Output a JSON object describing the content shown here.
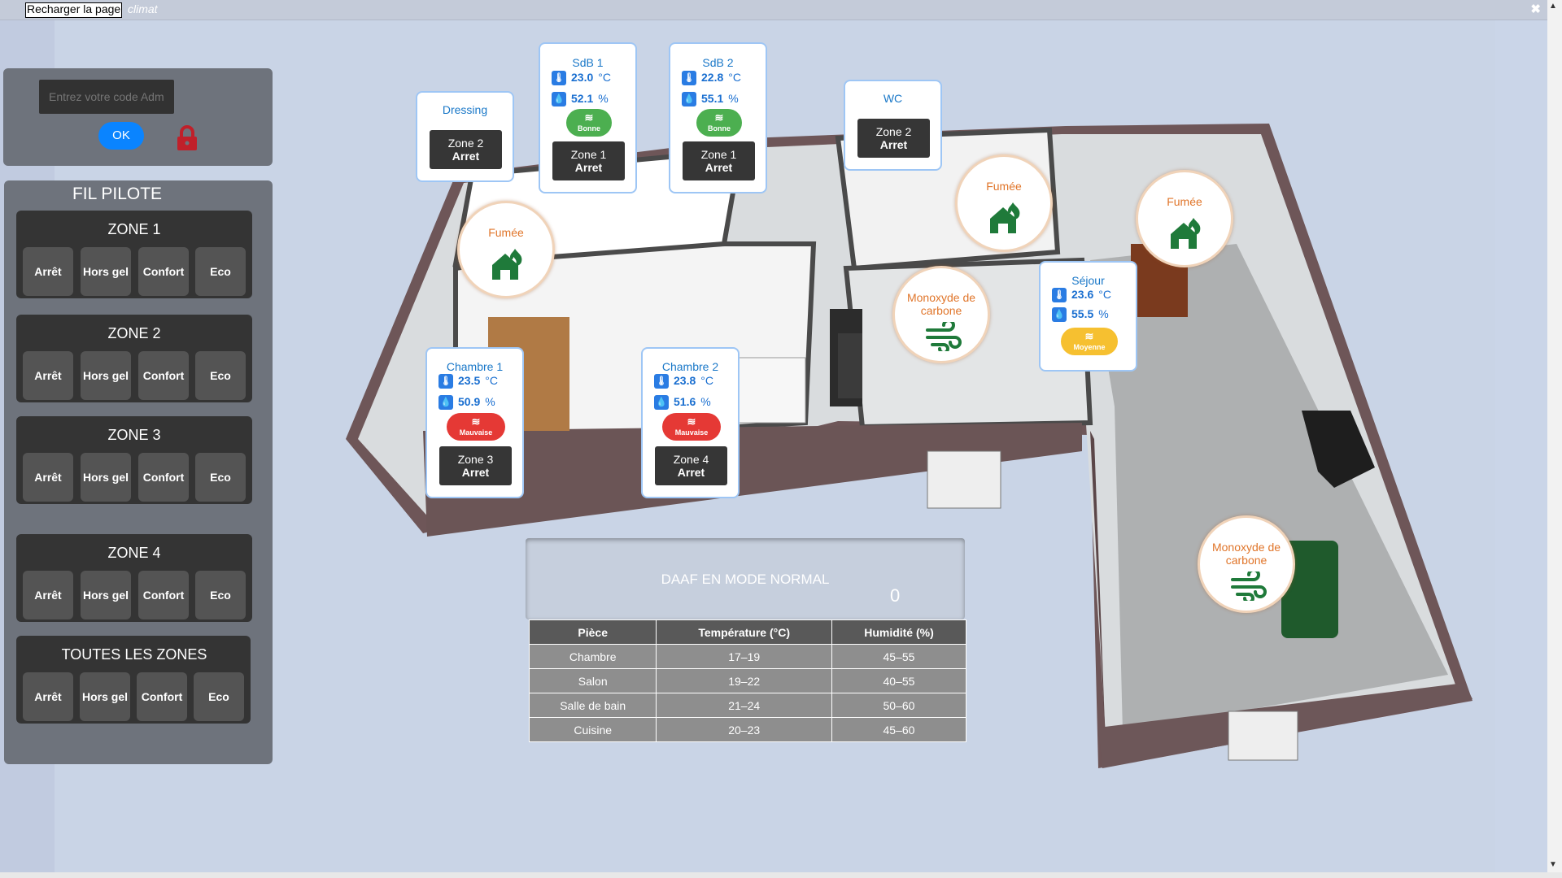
{
  "topbar": {
    "reload_label": "Recharger la page",
    "app_name": "climat",
    "close_icon": "close-icon"
  },
  "admin": {
    "placeholder": "Entrez votre code Admin",
    "ok_label": "OK",
    "lock_icon": "lock-icon",
    "lock_color": "#c0202a"
  },
  "pilot": {
    "title": "FIL PILOTE",
    "zones": [
      {
        "name": "ZONE 1",
        "buttons": [
          "Arrêt",
          "Hors gel",
          "Confort",
          "Eco"
        ]
      },
      {
        "name": "ZONE 2",
        "buttons": [
          "Arrêt",
          "Hors gel",
          "Confort",
          "Eco"
        ]
      },
      {
        "name": "ZONE 3",
        "buttons": [
          "Arrêt",
          "Hors gel",
          "Confort",
          "Eco"
        ]
      },
      {
        "name": "ZONE 4",
        "buttons": [
          "Arrêt",
          "Hors gel",
          "Confort",
          "Eco"
        ]
      },
      {
        "name": "TOUTES LES ZONES",
        "buttons": [
          "Arrêt",
          "Hors gel",
          "Confort",
          "Eco"
        ]
      }
    ]
  },
  "rooms": {
    "dressing": {
      "title": "Dressing",
      "zone": "Zone 2",
      "state": "Arret"
    },
    "sdb1": {
      "title": "SdB 1",
      "temp": "23.0",
      "temp_unit": "°C",
      "hum": "52.1",
      "hum_unit": "%",
      "air": "Bonne",
      "zone": "Zone 1",
      "state": "Arret"
    },
    "sdb2": {
      "title": "SdB 2",
      "temp": "22.8",
      "temp_unit": "°C",
      "hum": "55.1",
      "hum_unit": "%",
      "air": "Bonne",
      "zone": "Zone 1",
      "state": "Arret"
    },
    "wc": {
      "title": "WC",
      "zone": "Zone 2",
      "state": "Arret"
    },
    "chambre1": {
      "title": "Chambre 1",
      "temp": "23.5",
      "temp_unit": "°C",
      "hum": "50.9",
      "hum_unit": "%",
      "air": "Mauvaise",
      "zone": "Zone 3",
      "state": "Arret"
    },
    "chambre2": {
      "title": "Chambre 2",
      "temp": "23.8",
      "temp_unit": "°C",
      "hum": "51.6",
      "hum_unit": "%",
      "air": "Mauvaise",
      "zone": "Zone 4",
      "state": "Arret"
    },
    "sejour": {
      "title": "Séjour",
      "temp": "23.6",
      "temp_unit": "°C",
      "hum": "55.5",
      "hum_unit": "%",
      "air": "Moyenne"
    }
  },
  "air_colors": {
    "Bonne": "#4caf50",
    "Mauvaise": "#e53935",
    "Moyenne": "#f6c030"
  },
  "detectors": {
    "smoke_label": "Fumée",
    "co_label": "Monoxyde de carbone",
    "smoke_icon": "house-fire-icon",
    "co_icon": "wind-icon",
    "icon_color": "#1f7a3a"
  },
  "daaf": {
    "status": "DAAF EN MODE NORMAL",
    "count": "0"
  },
  "reference_table": {
    "headers": [
      "Pièce",
      "Température (°C)",
      "Humidité (%)"
    ],
    "rows": [
      [
        "Chambre",
        "17–19",
        "45–55"
      ],
      [
        "Salon",
        "19–22",
        "40–55"
      ],
      [
        "Salle de bain",
        "21–24",
        "50–60"
      ],
      [
        "Cuisine",
        "20–23",
        "45–60"
      ]
    ]
  }
}
